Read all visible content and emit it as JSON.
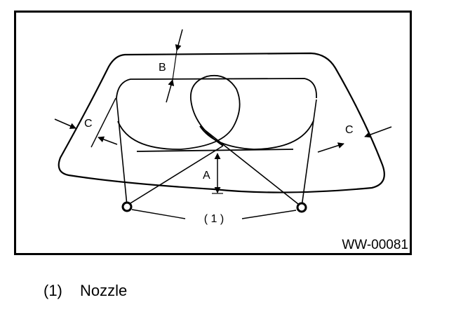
{
  "diagram": {
    "labels": {
      "a": "A",
      "b": "B",
      "c_left": "C",
      "c_right": "C",
      "nozzle_callout": "( 1 )",
      "figure_code": "WW-00081"
    }
  },
  "legend": {
    "items": [
      {
        "number": "(1)",
        "text": "Nozzle"
      }
    ]
  }
}
